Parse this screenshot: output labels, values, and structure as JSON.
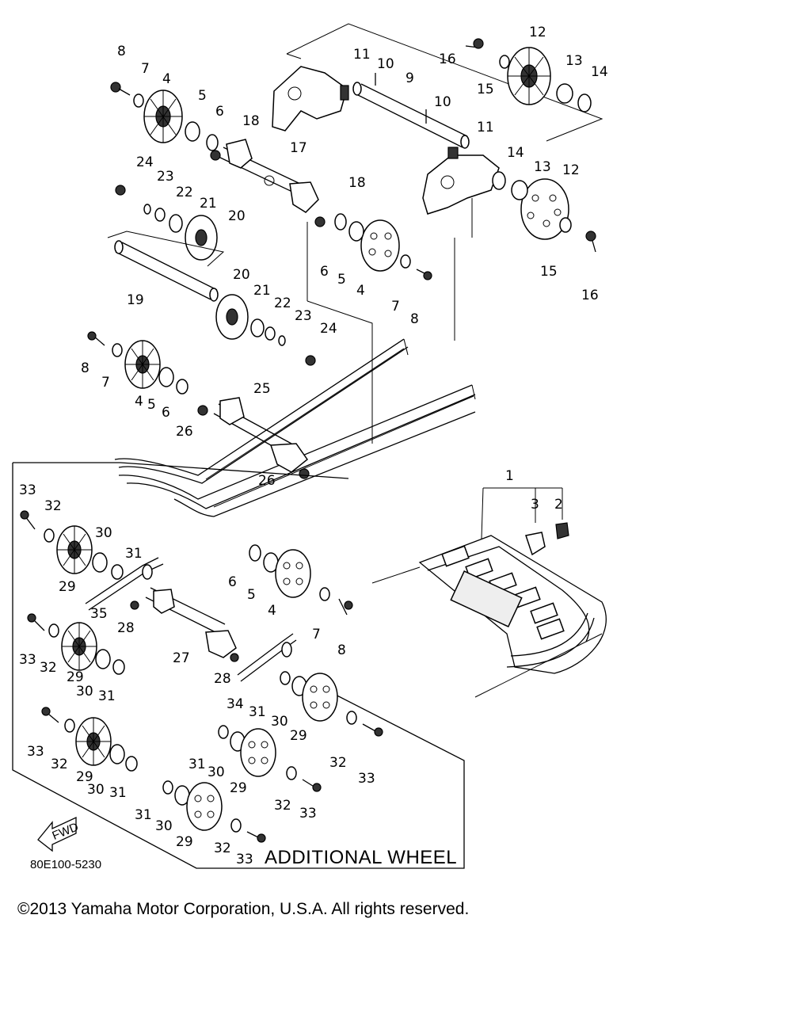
{
  "diagram": {
    "callouts": [
      {
        "id": "c8a",
        "text": "8"
      },
      {
        "id": "c7a",
        "text": "7"
      },
      {
        "id": "c4a",
        "text": "4"
      },
      {
        "id": "c5a",
        "text": "5"
      },
      {
        "id": "c6a",
        "text": "6"
      },
      {
        "id": "c18a",
        "text": "18"
      },
      {
        "id": "c11a",
        "text": "11"
      },
      {
        "id": "c10a",
        "text": "10"
      },
      {
        "id": "c9",
        "text": "9"
      },
      {
        "id": "c10b",
        "text": "10"
      },
      {
        "id": "c16a",
        "text": "16"
      },
      {
        "id": "c12a",
        "text": "12"
      },
      {
        "id": "c15a",
        "text": "15"
      },
      {
        "id": "c13a",
        "text": "13"
      },
      {
        "id": "c14a",
        "text": "14"
      },
      {
        "id": "c11b",
        "text": "11"
      },
      {
        "id": "c17",
        "text": "17"
      },
      {
        "id": "c24a",
        "text": "24"
      },
      {
        "id": "c23a",
        "text": "23"
      },
      {
        "id": "c22a",
        "text": "22"
      },
      {
        "id": "c21a",
        "text": "21"
      },
      {
        "id": "c20a",
        "text": "20"
      },
      {
        "id": "c18b",
        "text": "18"
      },
      {
        "id": "c14b",
        "text": "14"
      },
      {
        "id": "c13b",
        "text": "13"
      },
      {
        "id": "c12b",
        "text": "12"
      },
      {
        "id": "c6b",
        "text": "6"
      },
      {
        "id": "c5b",
        "text": "5"
      },
      {
        "id": "c4b",
        "text": "4"
      },
      {
        "id": "c7b",
        "text": "7"
      },
      {
        "id": "c8b",
        "text": "8"
      },
      {
        "id": "c15b",
        "text": "15"
      },
      {
        "id": "c16b",
        "text": "16"
      },
      {
        "id": "c19",
        "text": "19"
      },
      {
        "id": "c20b",
        "text": "20"
      },
      {
        "id": "c21b",
        "text": "21"
      },
      {
        "id": "c22b",
        "text": "22"
      },
      {
        "id": "c23b",
        "text": "23"
      },
      {
        "id": "c24b",
        "text": "24"
      },
      {
        "id": "c8c",
        "text": "8"
      },
      {
        "id": "c7c",
        "text": "7"
      },
      {
        "id": "c4c",
        "text": "4"
      },
      {
        "id": "c5c",
        "text": "5"
      },
      {
        "id": "c6c",
        "text": "6"
      },
      {
        "id": "c25",
        "text": "25"
      },
      {
        "id": "c26a",
        "text": "26"
      },
      {
        "id": "c26b",
        "text": "26"
      },
      {
        "id": "c1",
        "text": "1"
      },
      {
        "id": "c3",
        "text": "3"
      },
      {
        "id": "c2",
        "text": "2"
      },
      {
        "id": "c33a",
        "text": "33"
      },
      {
        "id": "c32a",
        "text": "32"
      },
      {
        "id": "c30a",
        "text": "30"
      },
      {
        "id": "c31a",
        "text": "31"
      },
      {
        "id": "c29a",
        "text": "29"
      },
      {
        "id": "c35",
        "text": "35"
      },
      {
        "id": "c6d",
        "text": "6"
      },
      {
        "id": "c5d",
        "text": "5"
      },
      {
        "id": "c4d",
        "text": "4"
      },
      {
        "id": "c7d",
        "text": "7"
      },
      {
        "id": "c8d",
        "text": "8"
      },
      {
        "id": "c28a",
        "text": "28"
      },
      {
        "id": "c27",
        "text": "27"
      },
      {
        "id": "c28b",
        "text": "28"
      },
      {
        "id": "c33b",
        "text": "33"
      },
      {
        "id": "c32b",
        "text": "32"
      },
      {
        "id": "c29b",
        "text": "29"
      },
      {
        "id": "c30b",
        "text": "30"
      },
      {
        "id": "c31b",
        "text": "31"
      },
      {
        "id": "c34",
        "text": "34"
      },
      {
        "id": "c31c",
        "text": "31"
      },
      {
        "id": "c30c",
        "text": "30"
      },
      {
        "id": "c29c",
        "text": "29"
      },
      {
        "id": "c32c",
        "text": "32"
      },
      {
        "id": "c33c",
        "text": "33"
      },
      {
        "id": "c33d",
        "text": "33"
      },
      {
        "id": "c32d",
        "text": "32"
      },
      {
        "id": "c29d",
        "text": "29"
      },
      {
        "id": "c30d",
        "text": "30"
      },
      {
        "id": "c31d",
        "text": "31"
      },
      {
        "id": "c31e",
        "text": "31"
      },
      {
        "id": "c30e",
        "text": "30"
      },
      {
        "id": "c29e",
        "text": "29"
      },
      {
        "id": "c32e",
        "text": "32"
      },
      {
        "id": "c33e",
        "text": "33"
      },
      {
        "id": "c31f",
        "text": "31"
      },
      {
        "id": "c30f",
        "text": "30"
      },
      {
        "id": "c29f",
        "text": "29"
      },
      {
        "id": "c32f",
        "text": "32"
      },
      {
        "id": "c33f",
        "text": "33"
      }
    ],
    "fwd_label": "FWD",
    "box_title": "ADDITIONAL WHEEL",
    "drawing_code": "80E100-5230"
  },
  "copyright": "©2013 Yamaha Motor Corporation, U.S.A. All rights reserved."
}
